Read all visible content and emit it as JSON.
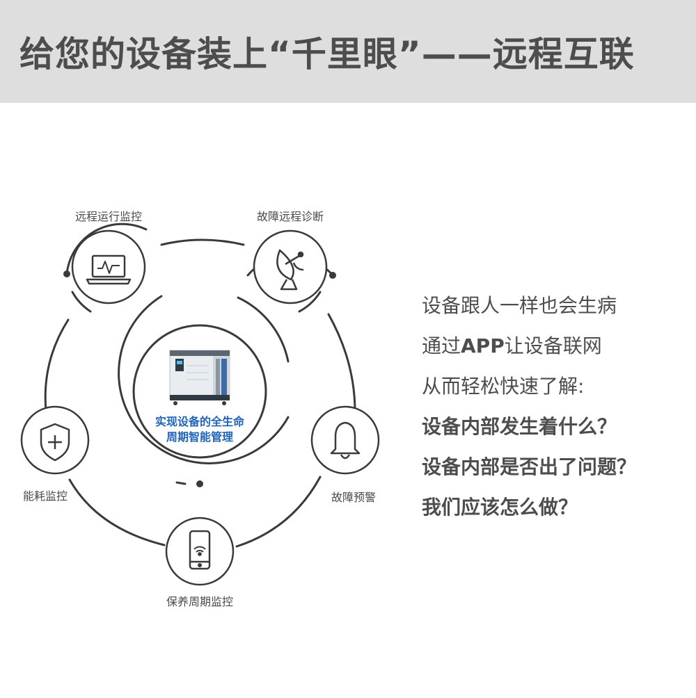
{
  "banner": {
    "title": "给您的设备装上“千里眼”——远程互联"
  },
  "diagram": {
    "center_caption_line1": "实现设备的全生命",
    "center_caption_line2": "周期智能管理",
    "nodes": [
      {
        "label": "远程运行监控",
        "icon": "laptop-monitor-icon"
      },
      {
        "label": "故障远程诊断",
        "icon": "satellite-dish-icon"
      },
      {
        "label": "能耗监控",
        "icon": "shield-plus-icon"
      },
      {
        "label": "故障预警",
        "icon": "bell-icon"
      },
      {
        "label": "保养周期监控",
        "icon": "phone-wifi-icon"
      }
    ],
    "colors": {
      "line": "#3a3a3a",
      "caption": "#1f63b5"
    }
  },
  "text": {
    "line1": "设备跟人一样也会生病",
    "line2_prefix": "通过",
    "line2_bold": "APP",
    "line2_suffix": "让设备联网",
    "line3": "从而轻松快速了解:",
    "line4": "设备内部发生着什么？",
    "line5": "设备内部是否出了问题？",
    "line6": "我们应该怎么做？"
  }
}
